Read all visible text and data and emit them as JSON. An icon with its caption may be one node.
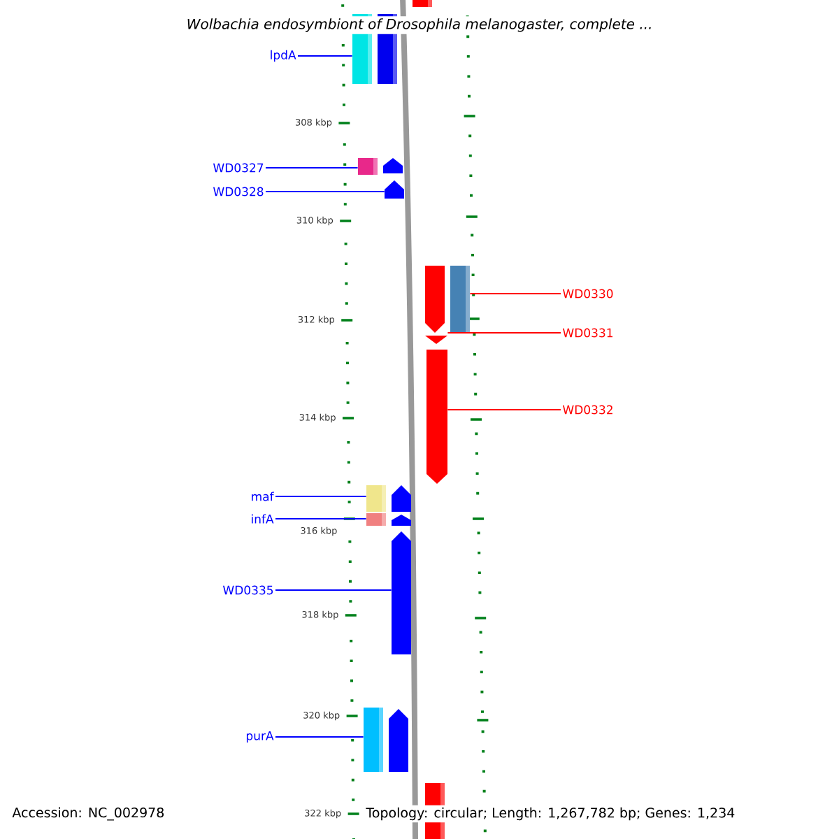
{
  "diagram": {
    "title": "Wolbachia endosymbiont of Drosophila melanogaster, complete ...",
    "nodes": [
      {
        "text": [
          "lpdA"
        ]
      },
      {
        "text": [],
        "shape": "box"
      },
      {
        "text": [],
        "shape": "box"
      },
      {
        "text": [],
        "shape": "box"
      },
      {
        "text": [
          "WD0327"
        ]
      },
      {
        "text": [],
        "shape": "box"
      },
      {
        "text": [],
        "shape": "arrow"
      },
      {
        "text": [
          "WD0328"
        ]
      },
      {
        "text": [],
        "shape": "arrow"
      },
      {
        "text": [],
        "shape": "arrow"
      },
      {
        "text": [],
        "shape": "box"
      },
      {
        "text": [
          "WD0330"
        ]
      },
      {
        "text": [],
        "shape": "triangle"
      },
      {
        "text": [
          "WD0331"
        ]
      },
      {
        "text": [],
        "shape": "arrow"
      },
      {
        "text": [
          "WD0332"
        ]
      },
      {
        "text": [
          "maf"
        ]
      },
      {
        "text": [],
        "shape": "box"
      },
      {
        "text": [],
        "shape": "arrow"
      },
      {
        "text": [
          "infA"
        ]
      },
      {
        "text": [],
        "shape": "box"
      },
      {
        "text": [],
        "shape": "arrow"
      },
      {
        "text": [
          "WD0335"
        ]
      },
      {
        "text": [],
        "shape": "arrow"
      },
      {
        "text": [],
        "shape": "box"
      },
      {
        "text": [],
        "shape": "arrow"
      },
      {
        "text": [
          "purA"
        ]
      },
      {
        "text": [],
        "shape": "box"
      }
    ],
    "edges": [
      {
        "from": 0,
        "to": 1,
        "arrow": "none"
      },
      {
        "from": 4,
        "to": 5,
        "arrow": "none"
      },
      {
        "from": 7,
        "to": 8,
        "arrow": "none"
      },
      {
        "from": 11,
        "to": 10,
        "arrow": "none",
        "color": "#ff0000"
      },
      {
        "from": 13,
        "to": 12,
        "arrow": "none",
        "color": "#ff0000"
      },
      {
        "from": 15,
        "to": 14,
        "arrow": "none",
        "color": "#ff0000"
      },
      {
        "from": 16,
        "to": 17,
        "arrow": "none"
      },
      {
        "from": 19,
        "to": 20,
        "arrow": "none"
      },
      {
        "from": 22,
        "to": 23,
        "arrow": "none"
      },
      {
        "from": 26,
        "to": 24,
        "arrow": "none"
      }
    ],
    "labels": [
      "308 kbp",
      "310 kbp",
      "312 kbp",
      "314 kbp",
      "316 kbp",
      "318 kbp",
      "320 kbp",
      "322 kbp",
      "Accession: NC_002978",
      "Topology: circular; Length: 1,267,782 bp; Genes: 1,234"
    ]
  }
}
